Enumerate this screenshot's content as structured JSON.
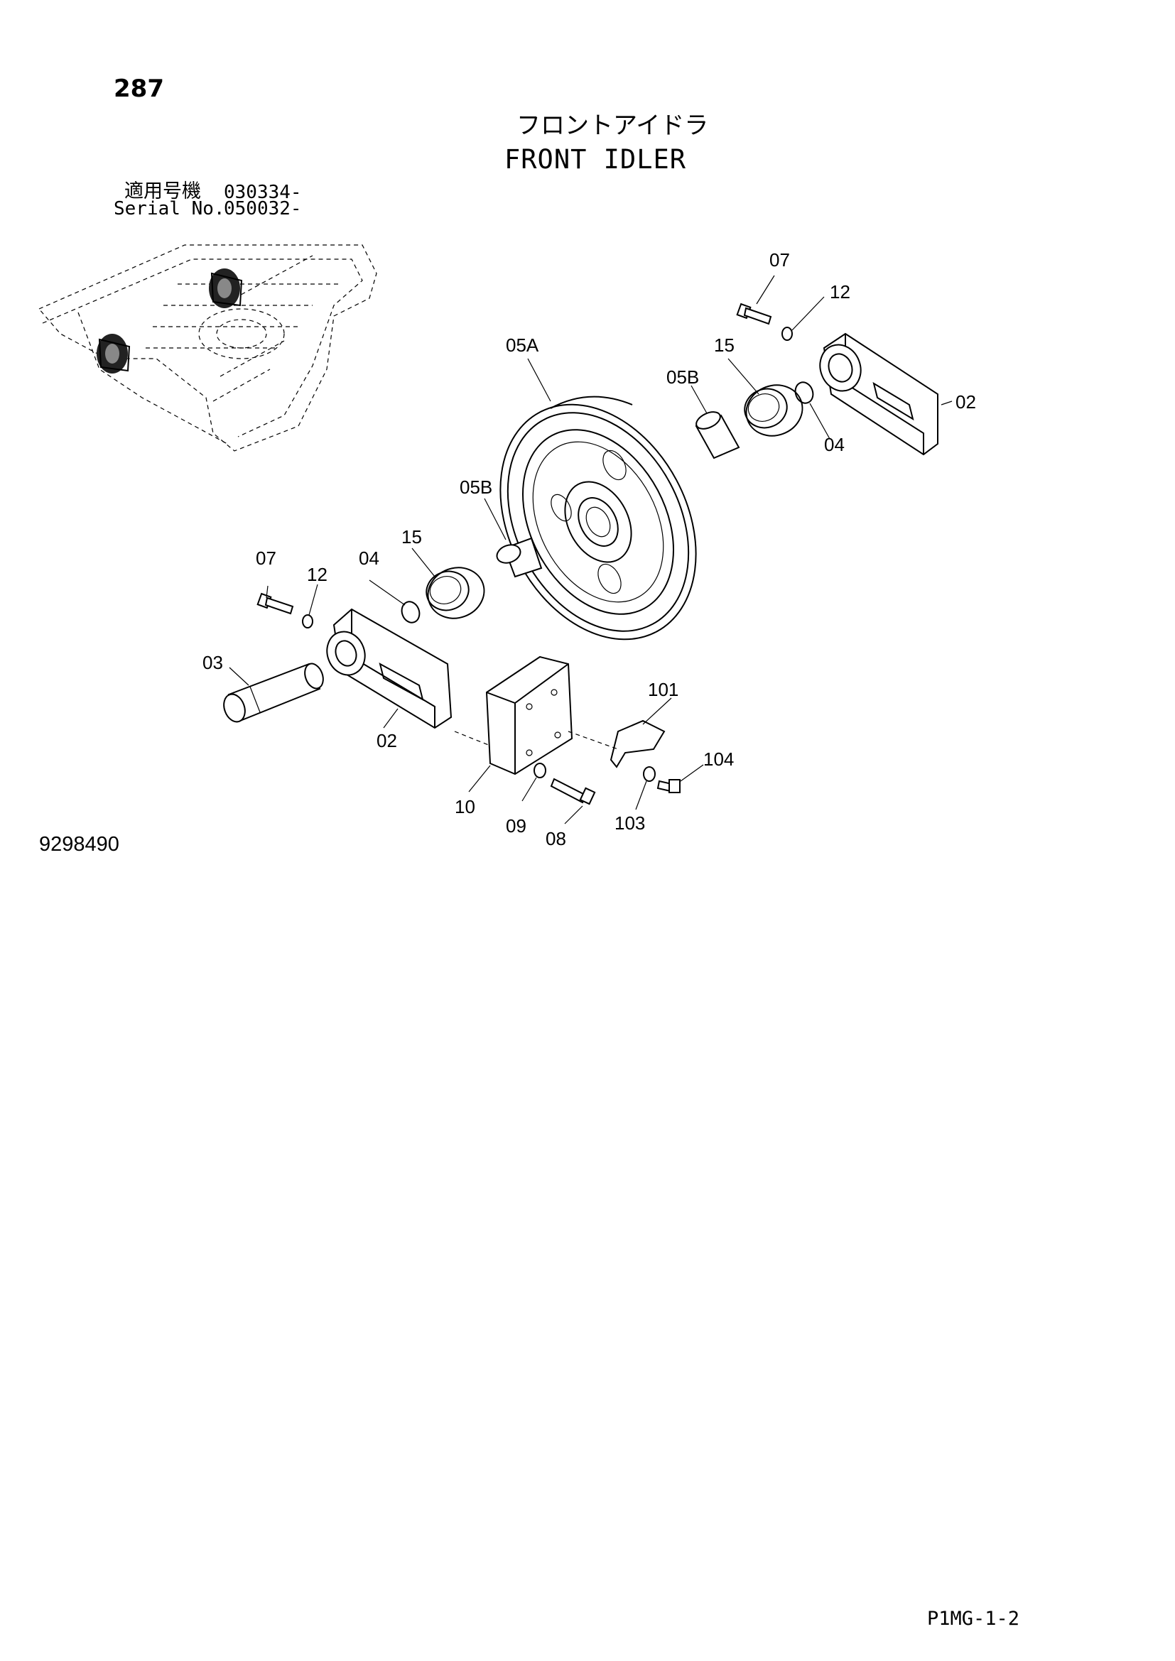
{
  "page_number": "287",
  "title": {
    "japanese": "フロントアイドラ",
    "english": "FRONT IDLER"
  },
  "serial": {
    "jp_label": "適用号機",
    "jp_value": "030334-",
    "en_label": "Serial No.",
    "en_value": "050032-"
  },
  "drawing_number": "9298490",
  "page_code": "P1MG-1-2",
  "callouts": {
    "c07_top": "07",
    "c12_top": "12",
    "c05a": "05A",
    "c15_top": "15",
    "c05b_top": "05B",
    "c02_right": "02",
    "c04_right": "04",
    "c05b_left": "05B",
    "c15_left": "15",
    "c07_left": "07",
    "c12_left": "12",
    "c04_left": "04",
    "c03": "03",
    "c02_bottom": "02",
    "c101": "101",
    "c104": "104",
    "c10": "10",
    "c09": "09",
    "c08": "08",
    "c103": "103"
  }
}
